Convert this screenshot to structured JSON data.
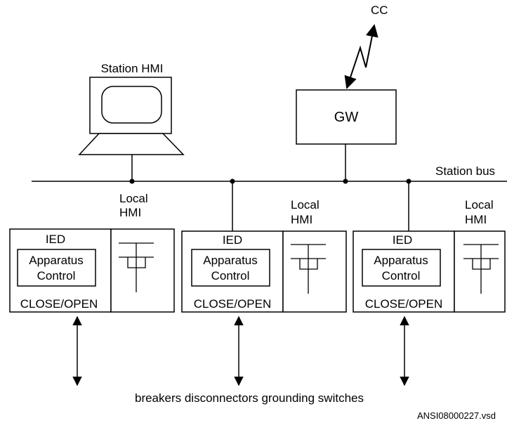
{
  "labels": {
    "cc": "CC",
    "station_hmi": "Station HMI",
    "gateway": "GW",
    "station_bus": "Station bus",
    "bottom_caption": "breakers disconnectors grounding switches",
    "file_ref": "ANSI08000227.vsd"
  },
  "ieds": [
    {
      "local_hmi_1": "Local",
      "local_hmi_2": "HMI",
      "title": "IED",
      "apparatus_1": "Apparatus",
      "apparatus_2": "Control",
      "status": "CLOSE/OPEN"
    },
    {
      "local_hmi_1": "Local",
      "local_hmi_2": "HMI",
      "title": "IED",
      "apparatus_1": "Apparatus",
      "apparatus_2": "Control",
      "status": "CLOSE/OPEN"
    },
    {
      "local_hmi_1": "Local",
      "local_hmi_2": "HMI",
      "title": "IED",
      "apparatus_1": "Apparatus",
      "apparatus_2": "Control",
      "status": "CLOSE/OPEN"
    }
  ]
}
